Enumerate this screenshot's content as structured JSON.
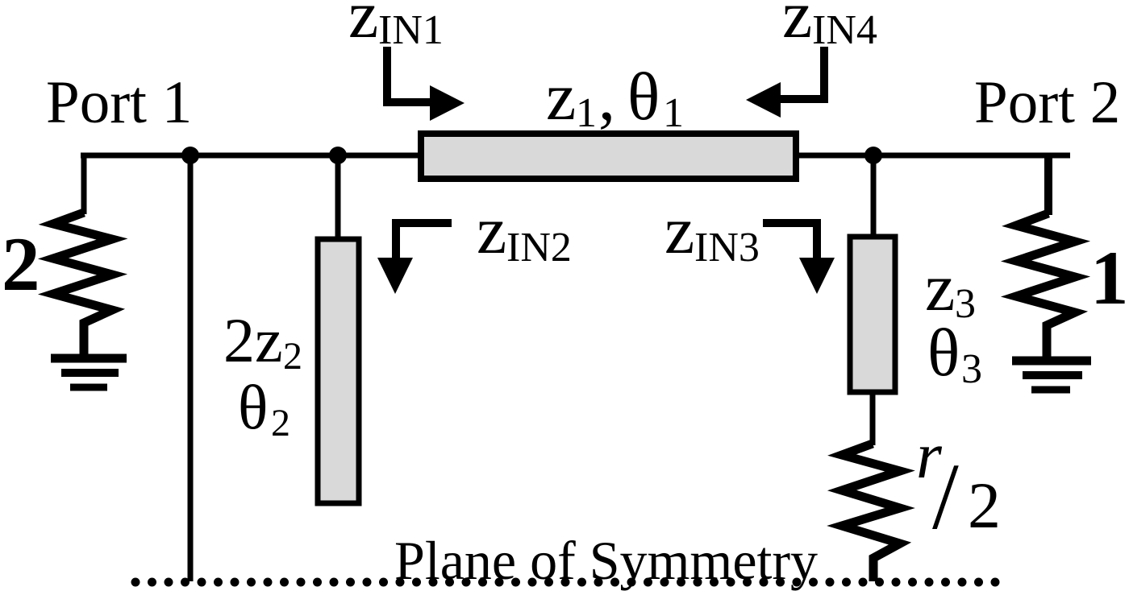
{
  "diagram": {
    "title_semantics": "two-port transmission-line circuit with plane of symmetry",
    "port1_label": "Port 1",
    "port2_label": "Port 2",
    "plane_label": "Plane of Symmetry",
    "tline": {
      "base": "z",
      "base_sub": "1",
      "comma": ",",
      "theta": "θ",
      "theta_sub": "1"
    },
    "zin1": {
      "base": "z",
      "sub": "IN1"
    },
    "zin2": {
      "base": "z",
      "sub": "IN2"
    },
    "zin3": {
      "base": "z",
      "sub": "IN3"
    },
    "zin4": {
      "base": "z",
      "sub": "IN4"
    },
    "left_stub": {
      "imp": "2z",
      "imp_sub": "2",
      "theta": "θ",
      "theta_sub": "2"
    },
    "right_stub": {
      "imp": "z",
      "imp_sub": "3",
      "theta": "θ",
      "theta_sub": "3"
    },
    "left_resistor_value": "2",
    "right_resistor_value": "1",
    "bottom_resistor": {
      "numerator": "r",
      "slash": "/",
      "denominator": "2"
    },
    "components": [
      "junction-dot",
      "resistor-icon",
      "ground-icon",
      "transmission-line-section",
      "open-stub-section",
      "impedance-arrow",
      "symmetry-dotted-line"
    ],
    "colors": {
      "stroke": "#000000",
      "stub_fill": "#d9d9d9",
      "background": "#ffffff"
    }
  }
}
